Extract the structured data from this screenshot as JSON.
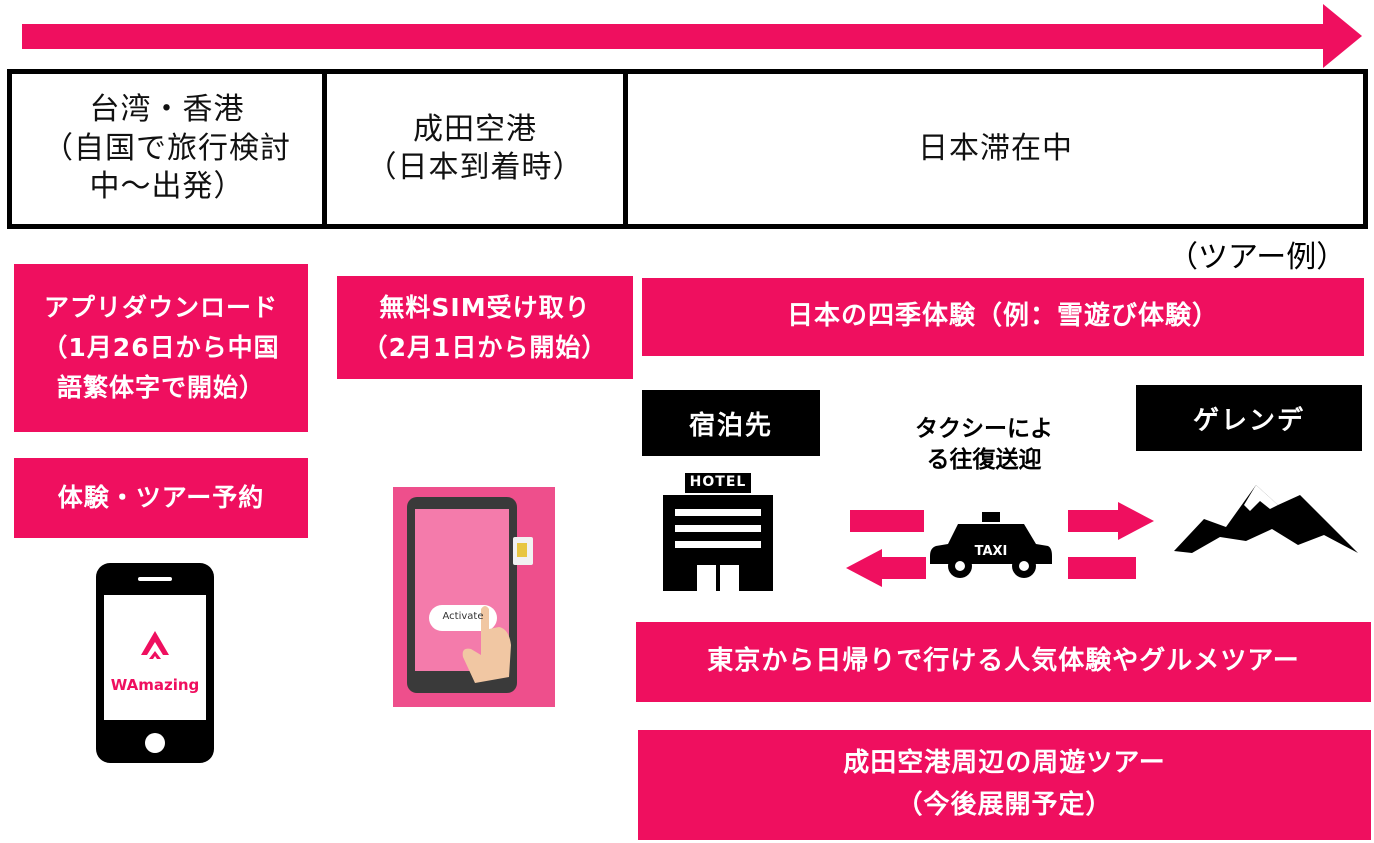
{
  "colors": {
    "accent": "#ef0f5f",
    "black": "#000000",
    "white": "#ffffff"
  },
  "timeline_arrow": {
    "icon": "long-right-arrow"
  },
  "stages": [
    {
      "line1": "台湾・香港",
      "line2": "（自国で旅行検討",
      "line3": "中〜出発）"
    },
    {
      "line1": "成田空港",
      "line2": "（日本到着時）"
    },
    {
      "line1": "日本滞在中"
    }
  ],
  "tour_example_note": "（ツアー例）",
  "left_column": {
    "app_download": {
      "line1": "アプリダウンロード",
      "line2": "（1月26日から中国",
      "line3": "語繁体字で開始）"
    },
    "booking": "体験・ツアー予約",
    "phone_logo_text": "WAmazing",
    "icons": [
      "smartphone-icon",
      "wamazing-logo-icon"
    ]
  },
  "middle_column": {
    "sim_pickup": {
      "line1": "無料SIM受け取り",
      "line2": "（2月1日から開始）"
    },
    "activate_button_text": "Activate",
    "icons": [
      "sim-activation-illustration"
    ]
  },
  "right_column": {
    "seasons_experience": "日本の四季体験（例：雪遊び体験）",
    "lodging_label": "宿泊先",
    "slope_label": "ゲレンデ",
    "taxi_transfer": {
      "line1": "タクシーによ",
      "line2": "る往復送迎"
    },
    "hotel_sign": "HOTEL",
    "taxi_sign": "TAXI",
    "day_trip_tours": "東京から日帰りで行ける人気体験やグルメツアー",
    "narita_tours": {
      "line1": "成田空港周辺の周遊ツアー",
      "line2": "（今後展開予定）"
    },
    "icons": [
      "hotel-icon",
      "taxi-icon",
      "mountain-icon",
      "right-arrow-icon",
      "left-arrow-icon"
    ]
  }
}
